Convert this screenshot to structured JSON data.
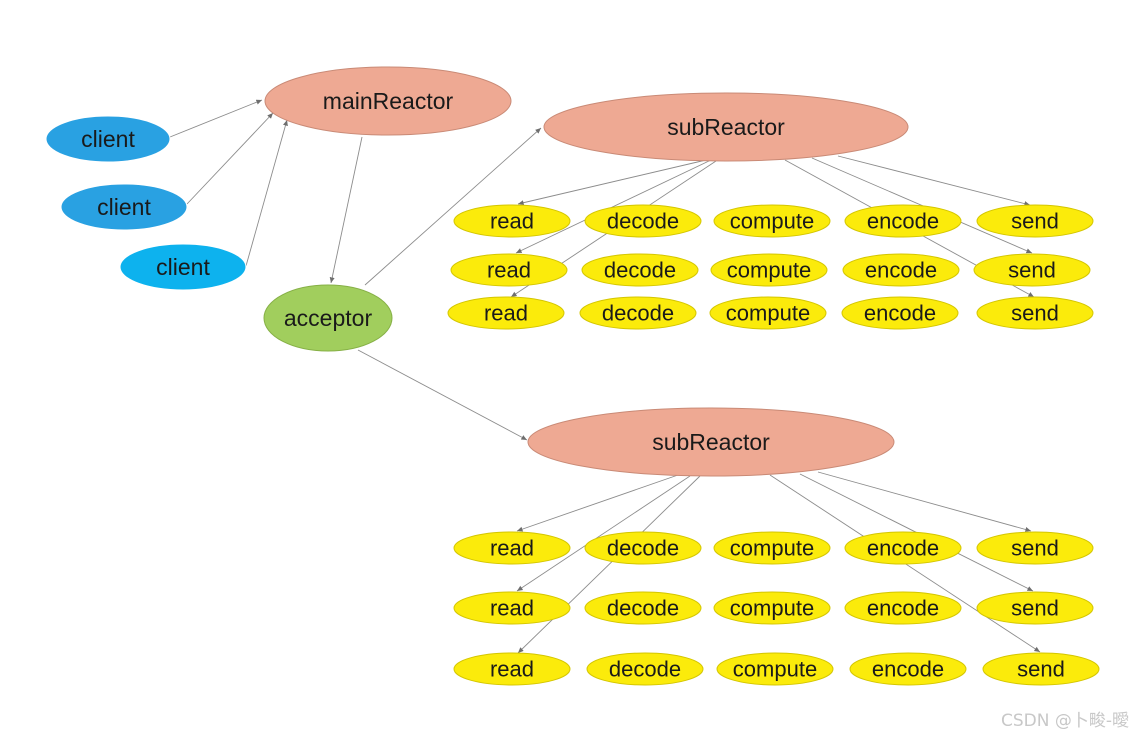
{
  "diagram": {
    "clients": [
      {
        "label": "client",
        "color": "#29A1E2"
      },
      {
        "label": "client",
        "color": "#29A1E2"
      },
      {
        "label": "client",
        "color": "#0DB2EE"
      }
    ],
    "main_reactor": {
      "label": "mainReactor",
      "color": "#EEA993"
    },
    "acceptor": {
      "label": "acceptor",
      "color": "#A1CE5D"
    },
    "sub_reactors": [
      {
        "label": "subReactor",
        "color": "#EEA993"
      },
      {
        "label": "subReactor",
        "color": "#EEA993"
      }
    ],
    "task_color": "#FBEB0B",
    "task_border_color": "#D4C600",
    "edge_color": "#8C8C8C",
    "task_groups": [
      {
        "rows": [
          [
            "read",
            "decode",
            "compute",
            "encode",
            "send"
          ],
          [
            "read",
            "decode",
            "compute",
            "encode",
            "send"
          ],
          [
            "read",
            "decode",
            "compute",
            "encode",
            "send"
          ]
        ]
      },
      {
        "rows": [
          [
            "read",
            "decode",
            "compute",
            "encode",
            "send"
          ],
          [
            "read",
            "decode",
            "compute",
            "encode",
            "send"
          ],
          [
            "read",
            "decode",
            "compute",
            "encode",
            "send"
          ]
        ]
      }
    ]
  },
  "watermark": "CSDN @卜畯-曖"
}
